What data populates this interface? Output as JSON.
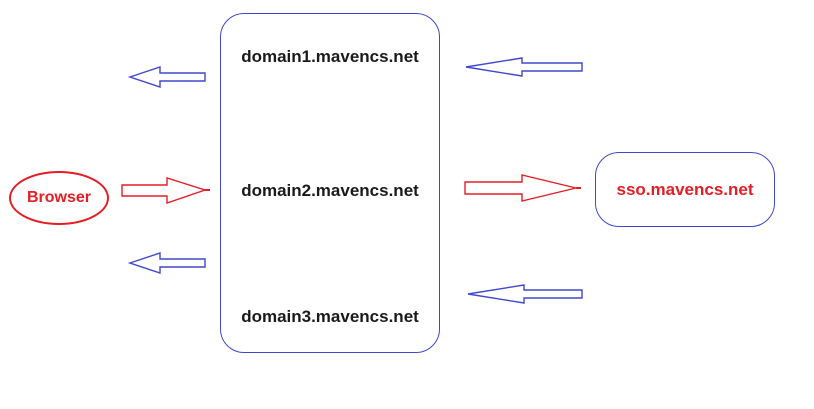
{
  "diagram": {
    "browser": {
      "label": "Browser"
    },
    "domain_box": {
      "items": [
        "domain1.mavencs.net",
        "domain2.mavencs.net",
        "domain3.mavencs.net"
      ]
    },
    "sso": {
      "label": "sso.mavencs.net"
    },
    "arrows": [
      {
        "name": "blue-left-arrow-top-left",
        "direction": "left",
        "color": "#3f48cc"
      },
      {
        "name": "red-right-arrow-browser-to-domains",
        "direction": "right",
        "color": "#e31e25"
      },
      {
        "name": "blue-left-arrow-bottom-left",
        "direction": "left",
        "color": "#3f48cc"
      },
      {
        "name": "blue-left-arrow-top-right",
        "direction": "left",
        "color": "#3f48cc"
      },
      {
        "name": "red-right-arrow-domains-to-sso",
        "direction": "right",
        "color": "#e31e25"
      },
      {
        "name": "blue-left-arrow-bottom-right",
        "direction": "left",
        "color": "#3f48cc"
      }
    ],
    "colors": {
      "blue": "#3f48cc",
      "red": "#e31e25",
      "text": "#1a1a1a",
      "background": "#ffffff"
    }
  }
}
